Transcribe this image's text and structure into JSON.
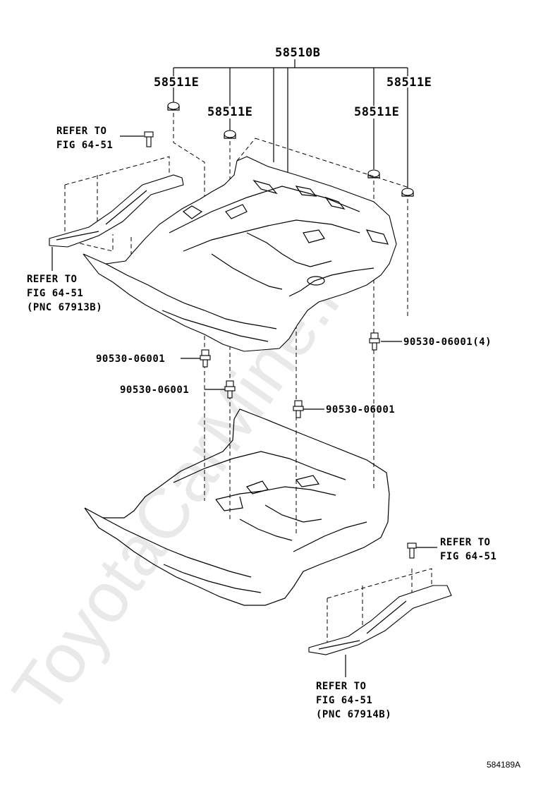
{
  "watermark": "ToyotaCarMine.ru",
  "figure_code": "584189A",
  "labels": {
    "assembly": "58510B",
    "plug_left": "58511E",
    "plug_mid_left": "58511E",
    "plug_mid_right": "58511E",
    "plug_right": "58511E",
    "clip_left": "90530-06001",
    "clip_center_left": "90530-06001",
    "clip_center": "90530-06001",
    "clip_right": "90530-06001(4)"
  },
  "refs": {
    "top_left_bolt": {
      "line1": "REFER TO",
      "line2": "FIG 64-51"
    },
    "left_rail": {
      "line1": "REFER TO",
      "line2": "FIG 64-51",
      "line3": "(PNC 67913B)"
    },
    "right_bolt": {
      "line1": "REFER TO",
      "line2": "FIG 64-51"
    },
    "right_rail": {
      "line1": "REFER TO",
      "line2": "FIG 64-51",
      "line3": "(PNC 67914B)"
    }
  }
}
